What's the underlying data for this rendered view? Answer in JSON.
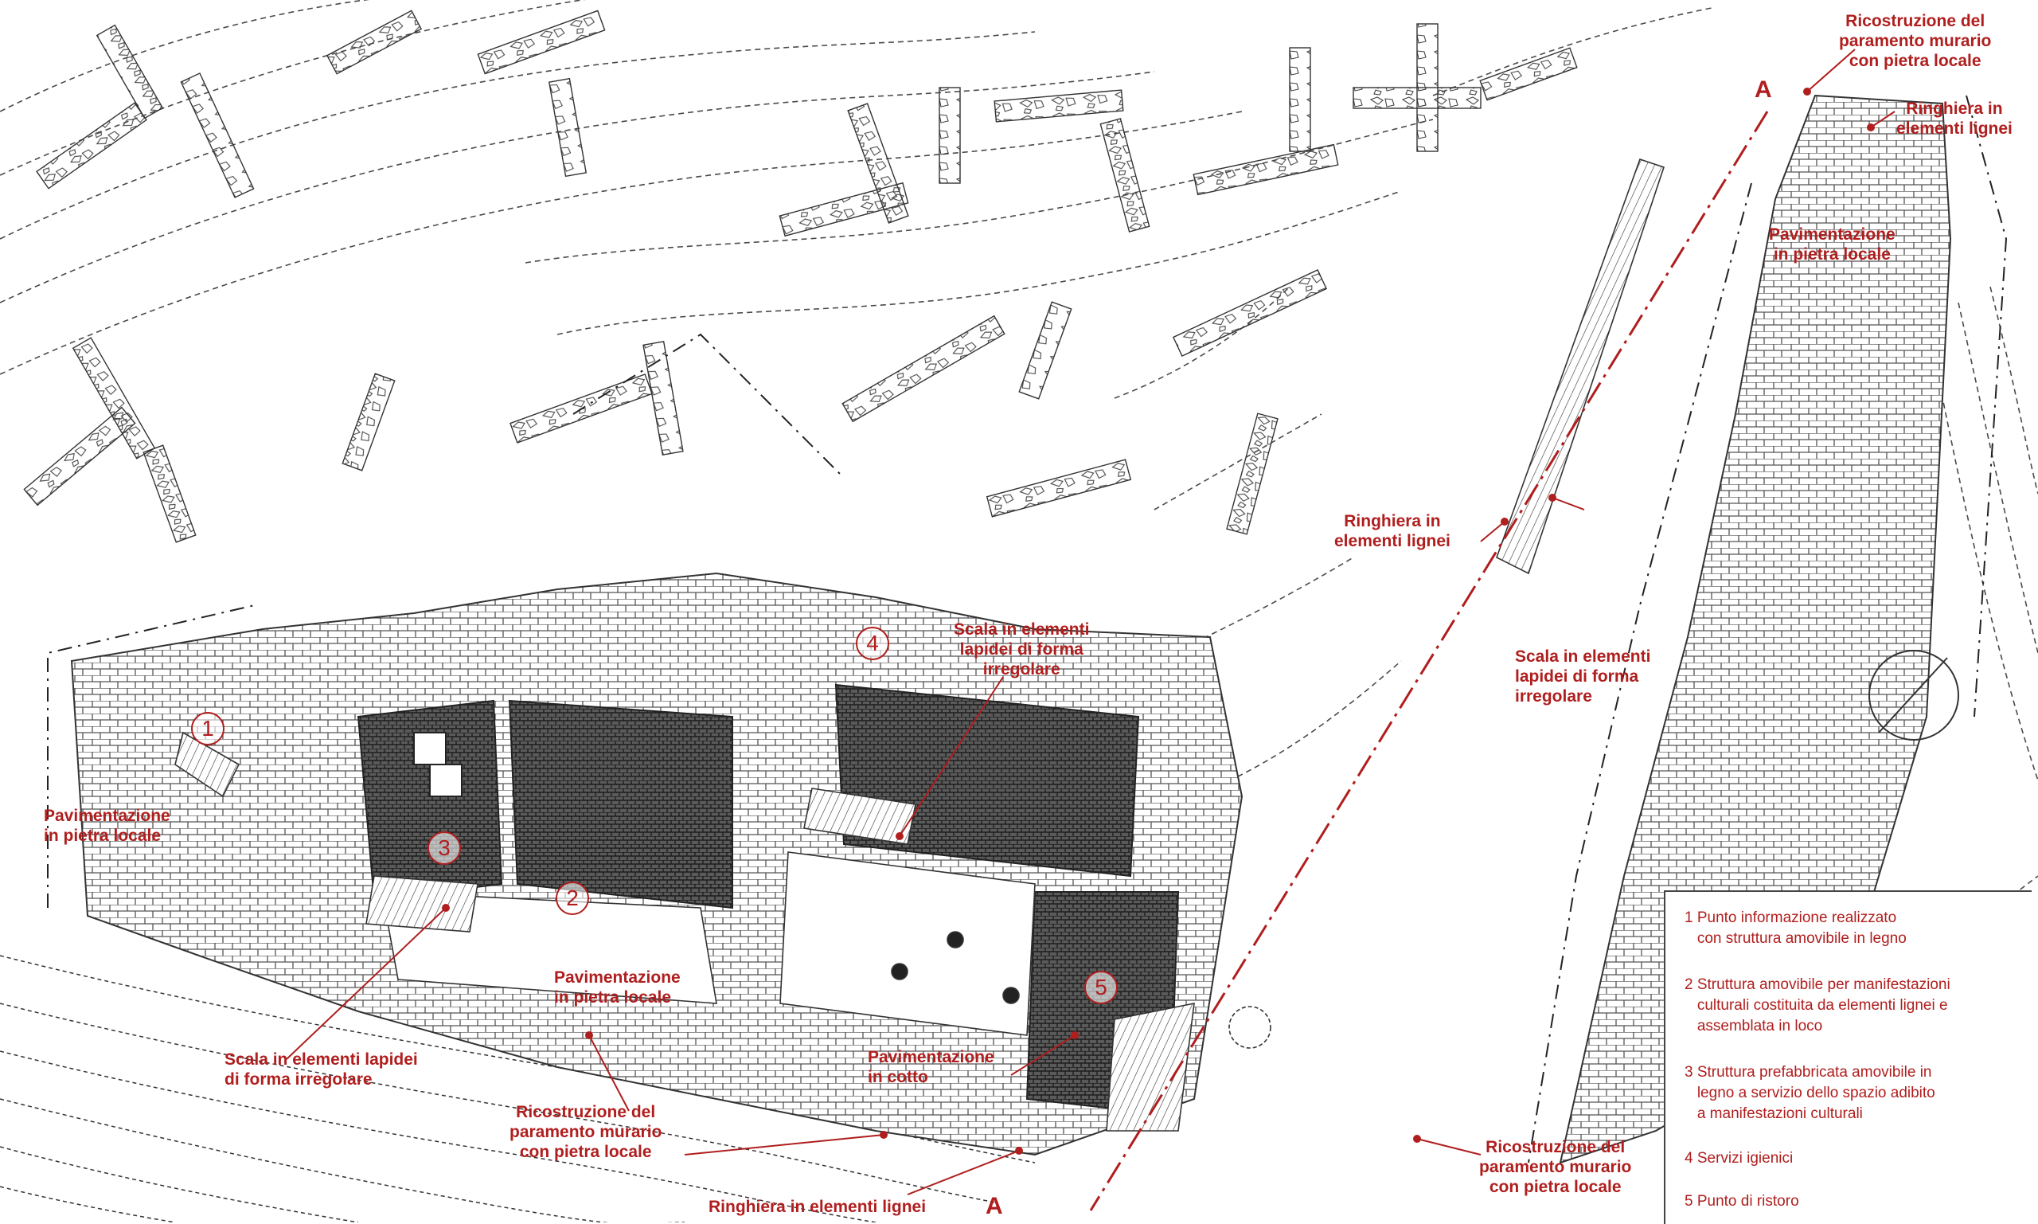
{
  "section_marker": "A",
  "labels": {
    "top_right_wall": "Ricostruzione del\nparamento murario\ncon pietra locale",
    "top_right_railing": "Ringhiera in\nelementi lignei",
    "east_paving": "Pavimentazione\nin pietra locale",
    "mid_railing": "Ringhiera in\nelementi lignei",
    "east_stair": "Scala in elementi\nlapidei di forma\nirregolare",
    "center_stair": "Scala in elementi\nlapidei di forma\nirregolare",
    "west_paving": "Pavimentazione\nin pietra locale",
    "south_paving": "Pavimentazione\nin pietra locale",
    "south_stair": "Scala in elementi lapidei\ndi forma irregolare",
    "cotto_paving": "Pavimentazione\nin cotto",
    "south_wall": "Ricostruzione del\nparamento murario\ncon pietra locale",
    "bottom_right_wall": "Ricostruzione del\nparamento murario\ncon pietra locale",
    "bottom_railing": "Ringhiera in elementi lignei"
  },
  "markers": [
    "1",
    "2",
    "3",
    "4",
    "5"
  ],
  "legend": [
    "1 Punto informazione realizzato\n   con struttura amovibile in legno",
    "2 Struttura amovibile per manifestazioni\n   culturali costituita da elementi lignei e\n   assemblata in loco",
    "3 Struttura prefabbricata amovibile in\n   legno a servizio dello spazio adibito\n   a manifestazioni culturali",
    "4 Servizi igienici",
    "5 Punto di ristoro"
  ],
  "colors": {
    "annotation": "#b01e1e",
    "linework": "#3a3a3a"
  }
}
